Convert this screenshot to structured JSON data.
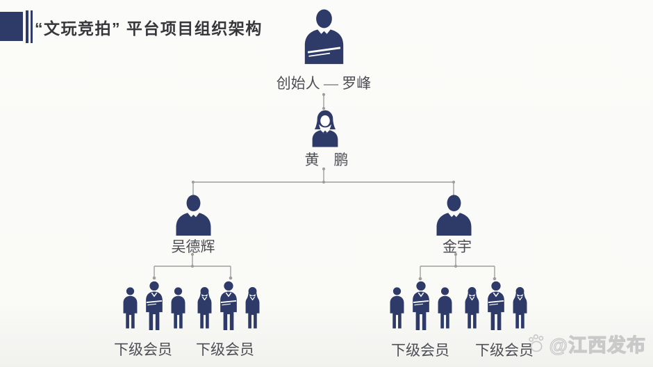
{
  "title": "“文玩竞拍” 平台项目组织架构",
  "org": {
    "founder": {
      "label": "创始人 — 罗峰"
    },
    "manager": {
      "label": "黄　鹏"
    },
    "leaders": [
      {
        "label": "吴德辉"
      },
      {
        "label": "金宇"
      }
    ],
    "member_groups": [
      {
        "label": "下级会员"
      },
      {
        "label": "下级会员"
      },
      {
        "label": "下级会员"
      },
      {
        "label": "下级会员"
      }
    ]
  },
  "watermark": {
    "label": "@江西发布",
    "icon": "paw-icon"
  },
  "icons": {
    "founder": "businessman-crossed-arms-icon",
    "manager": "businesswoman-icon",
    "leaders": "businessman-icon",
    "member_groups": "people-group-icon"
  },
  "colors": {
    "figure": "#2e3b69",
    "line": "#9e9e9e",
    "label_text": "#4d4d55",
    "title_text": "#36363b",
    "watermark": "#c9c9c9",
    "background": "#fbfbf9"
  }
}
